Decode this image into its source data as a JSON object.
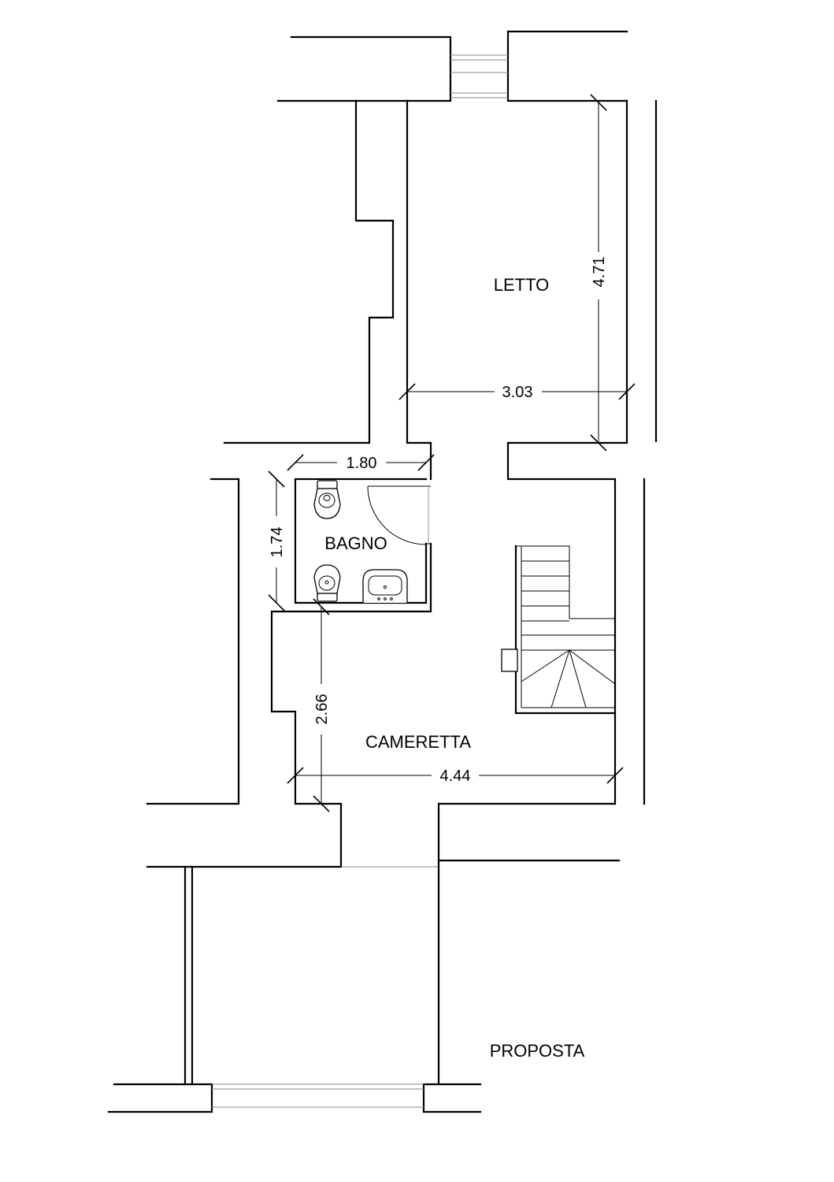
{
  "rooms": {
    "letto": "LETTO",
    "bagno": "BAGNO",
    "cameretta": "CAMERETTA"
  },
  "dimensions": {
    "letto_height": "4.71",
    "letto_width": "3.03",
    "bagno_width": "1.80",
    "bagno_height": "1.74",
    "cameretta_height": "2.66",
    "cameretta_width": "4.44"
  },
  "caption": "PROPOSTA"
}
